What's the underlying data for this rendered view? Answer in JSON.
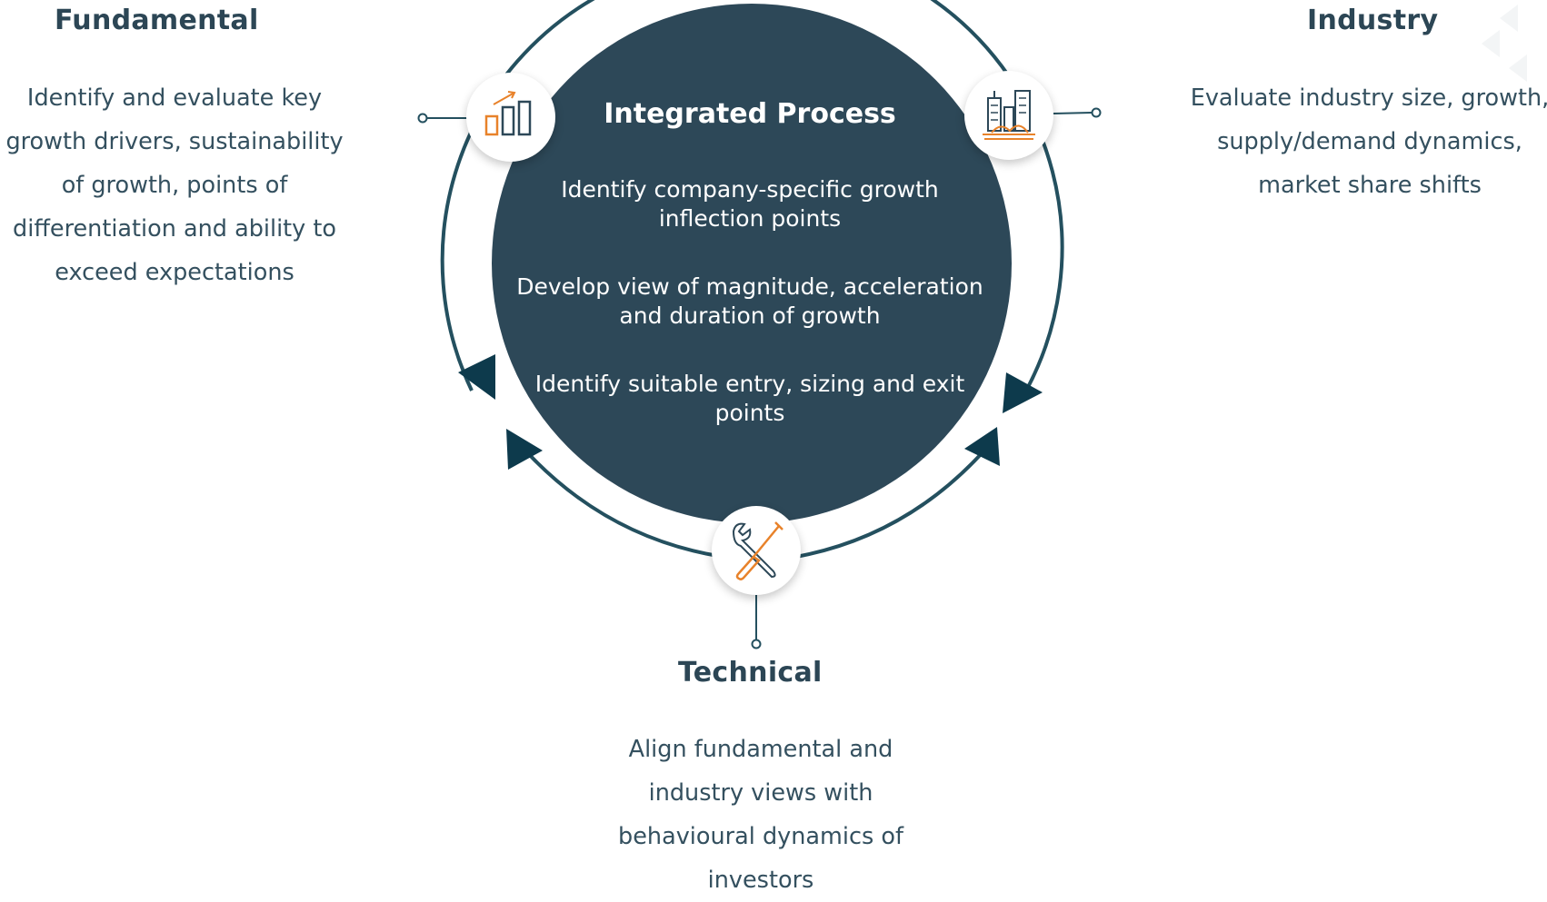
{
  "center": {
    "title": "Integrated Process",
    "items": [
      "Identify company-specific growth inflection points",
      "Develop view of magnitude, acceleration and duration of growth",
      "Identify suitable entry, sizing and exit points"
    ]
  },
  "fundamental": {
    "title": "Fundamental",
    "lines": [
      "Identify and evaluate key",
      "growth drivers, sustainability",
      "of growth, points of",
      "differentiation and ability to",
      "exceed expectations"
    ],
    "icon": "bar-chart-growth-icon"
  },
  "industry": {
    "title": "Industry",
    "lines": [
      "Evaluate industry size, growth,",
      "supply/demand dynamics,",
      "market share shifts"
    ],
    "icon": "city-buildings-icon"
  },
  "technical": {
    "title": "Technical",
    "lines": [
      "Align fundamental and",
      "industry views with",
      "behavioural dynamics of",
      "investors"
    ],
    "icon": "wrench-screwdriver-icon"
  },
  "colors": {
    "navy": "#2d4858",
    "ring": "#24505f",
    "orange": "#e8822a",
    "text": "#34505f"
  }
}
